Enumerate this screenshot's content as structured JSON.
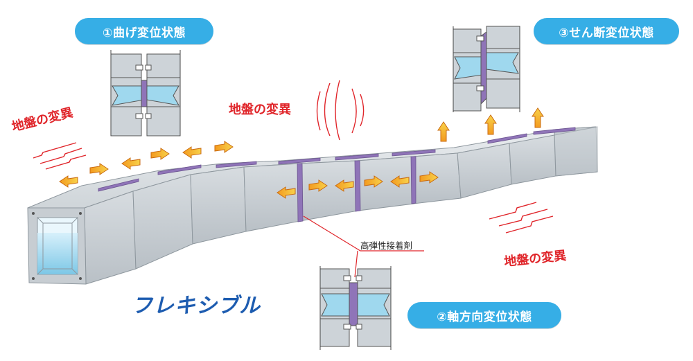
{
  "labels": {
    "bending": "①曲げ変位状態",
    "axial": "②軸方向変位状態",
    "shear": "③せん断変位状態",
    "ground_1": "地盤の変異",
    "ground_2": "地盤の変異",
    "ground_3": "地盤の変異",
    "adhesive": "高弾性接着剤",
    "flexible": "フレキシブル"
  },
  "colors": {
    "pill_bg": "#36aee6",
    "warning_text": "#e0252a",
    "flexible_text": "#1d5cb0",
    "duct_gray": "#c9cfd4",
    "joint_purple": "#8f74b8",
    "water_blue": "#9fd8ee",
    "arrow_orange": "#f6a323",
    "arrow_yellow": "#f8d04a"
  }
}
